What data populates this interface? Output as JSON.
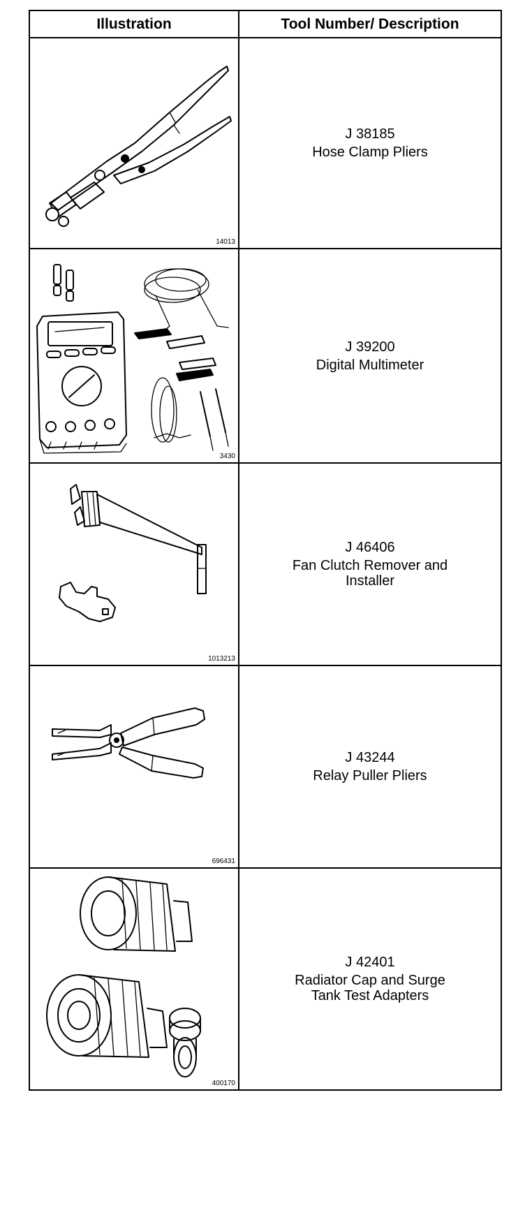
{
  "table": {
    "headers": {
      "illustration": "Illustration",
      "tool": "Tool Number/ Description"
    },
    "rows": [
      {
        "figure_id": "14013",
        "tool_number": "J 38185",
        "description": "Hose Clamp Pliers",
        "icon": "hose-clamp-pliers-icon"
      },
      {
        "figure_id": "3430",
        "tool_number": "J 39200",
        "description": "Digital Multimeter",
        "icon": "digital-multimeter-icon"
      },
      {
        "figure_id": "1013213",
        "tool_number": "J 46406",
        "description": "Fan Clutch Remover and\nInstaller",
        "icon": "fan-clutch-tool-icon"
      },
      {
        "figure_id": "696431",
        "tool_number": "J 43244",
        "description": "Relay Puller Pliers",
        "icon": "relay-puller-pliers-icon"
      },
      {
        "figure_id": "400170",
        "tool_number": "J 42401",
        "description": "Radiator Cap and Surge\nTank Test Adapters",
        "icon": "radiator-adapters-icon"
      }
    ]
  }
}
